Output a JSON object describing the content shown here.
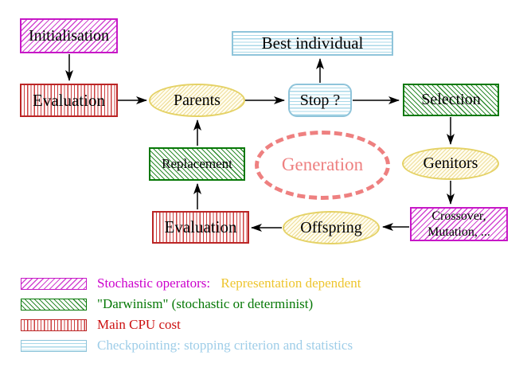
{
  "nodes": {
    "initialisation": "Initialisation",
    "evaluation_top": "Evaluation",
    "parents": "Parents",
    "stop": "Stop ?",
    "best_individual": "Best individual",
    "selection": "Selection",
    "genitors": "Genitors",
    "crossover_line1": "Crossover,",
    "crossover_line2": "Mutation, ...",
    "offspring": "Offspring",
    "evaluation_bottom": "Evaluation",
    "replacement": "Replacement",
    "generation": "Generation"
  },
  "legend": [
    {
      "swatch": "magenta-diagonal-hatch",
      "text": "Stochastic operators:",
      "text_color": "#cc00cc",
      "text2": "Representation dependent",
      "text2_color": "#eec52e"
    },
    {
      "swatch": "green-diagonal-hatch",
      "text": "\"Darwinism\" (stochastic or determinist)",
      "text_color": "#067806"
    },
    {
      "swatch": "red-vertical-lines",
      "text": "Main CPU cost",
      "text_color": "#cc1111"
    },
    {
      "swatch": "cyan-horizontal-lines",
      "text": "Checkpointing: stopping criterion and statistics",
      "text_color": "#9ecde8"
    }
  ],
  "colors": {
    "stochastic_magenta": "#cc00cc",
    "darwinism_green": "#067806",
    "cpu_red": "#bb2525",
    "checkpoint_cyan": "#8fc4da",
    "operand_yellow": "#e5d266",
    "generation_salmon": "#ee8080",
    "arrow_black": "#000000"
  }
}
